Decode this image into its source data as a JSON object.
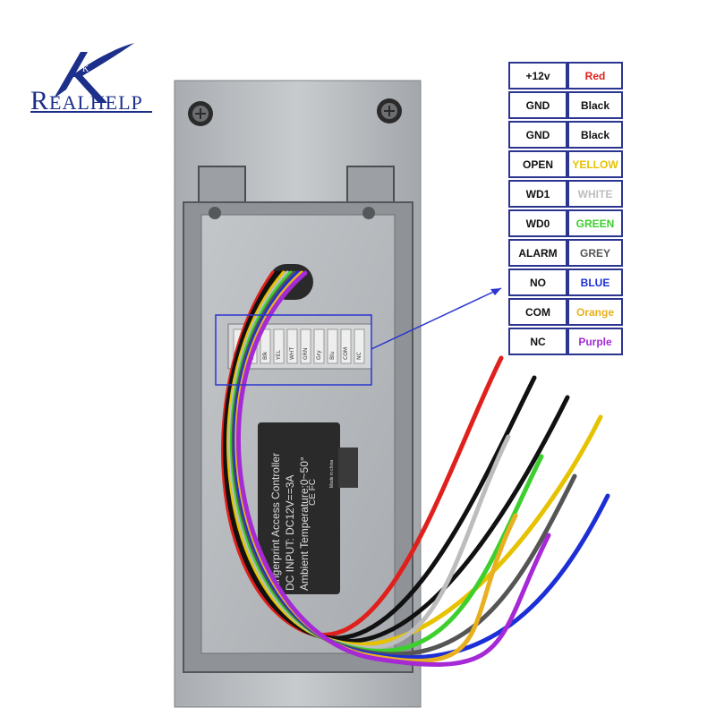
{
  "brand": {
    "name_first": "R",
    "name_rest": "EALHELP",
    "logo_letter": "K"
  },
  "device_label": {
    "line1": "Fingerprint Access Controller",
    "line2": "DC INPUT: DC12V==3A",
    "line3": "Ambient Temperature:0~50°",
    "made_in": "Made in china",
    "cert": "CE FC"
  },
  "terminal_strip": [
    "Red",
    "Blk",
    "Blk",
    "YEL",
    "WHT",
    "GRN",
    "Gry",
    "Blu",
    "COM",
    "NC"
  ],
  "wires": [
    {
      "signal": "+12v",
      "color_name": "Red",
      "color": "#e0201c"
    },
    {
      "signal": "GND",
      "color_name": "Black",
      "color": "#111111"
    },
    {
      "signal": "GND",
      "color_name": "Black",
      "color": "#111111"
    },
    {
      "signal": "OPEN",
      "color_name": "YELLOW",
      "color": "#e6c200"
    },
    {
      "signal": "WD1",
      "color_name": "WHITE",
      "color": "#bdbdbd"
    },
    {
      "signal": "WD0",
      "color_name": "GREEN",
      "color": "#3ccf2e"
    },
    {
      "signal": "ALARM",
      "color_name": "GREY",
      "color": "#555555"
    },
    {
      "signal": "NO",
      "color_name": "BLUE",
      "color": "#1c2fd6"
    },
    {
      "signal": "COM",
      "color_name": "Orange",
      "color": "#e8b020"
    },
    {
      "signal": "NC",
      "color_name": "Purple",
      "color": "#a52ad6"
    }
  ],
  "colors": {
    "accent": "#2b3590",
    "panel": "#b9bcc0",
    "frame": "#8d9196"
  }
}
